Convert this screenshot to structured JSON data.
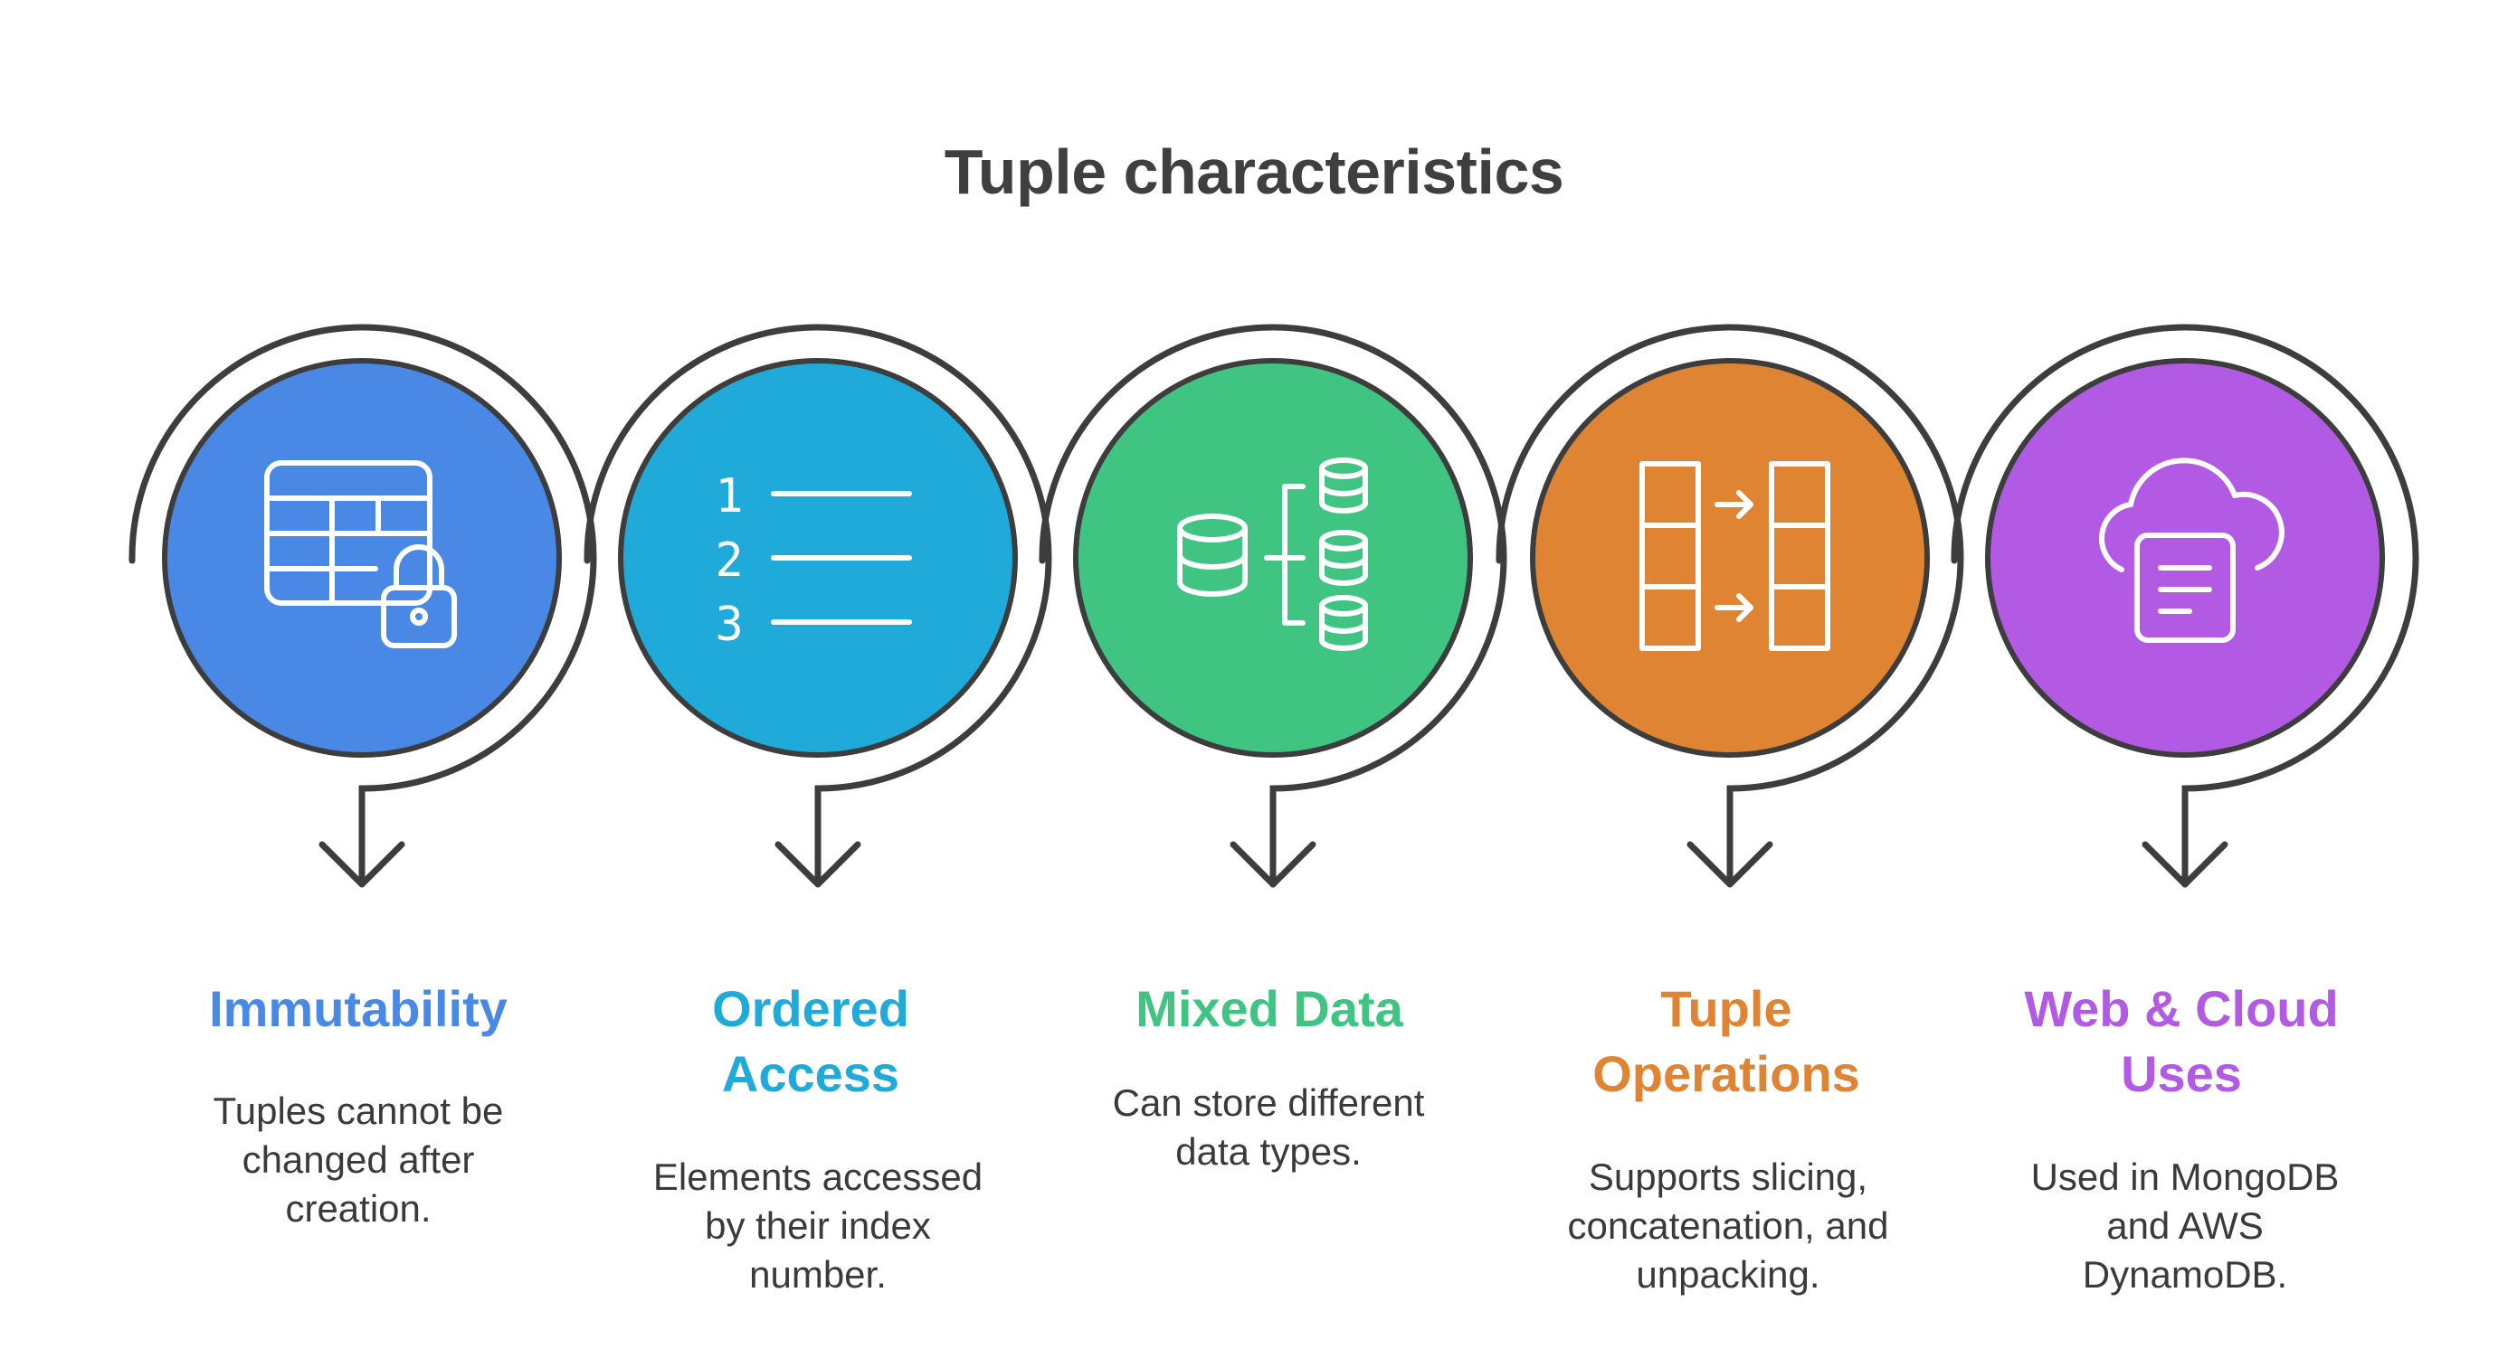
{
  "title": "Tuple characteristics",
  "colors": {
    "outline": "#3d3d3d",
    "icon_stroke": "#ffffff"
  },
  "steps": [
    {
      "label": "Immutability",
      "description": "Tuples cannot be changed after creation.",
      "icon": "table-lock-icon",
      "fill": "#4a88e6",
      "label_color": "#4a88e6"
    },
    {
      "label": "Ordered Access",
      "description": "Elements accessed by their index number.",
      "icon": "numbered-list-icon",
      "fill": "#1faad9",
      "label_color": "#1faad9",
      "numbers": [
        "1",
        "2",
        "3"
      ]
    },
    {
      "label": "Mixed Data",
      "description": "Can store different data types.",
      "icon": "database-branch-icon",
      "fill": "#3fc482",
      "label_color": "#3fc482"
    },
    {
      "label": "Tuple Operations",
      "description": "Supports slicing, concatenation, and unpacking.",
      "icon": "transfer-columns-icon",
      "fill": "#df8432",
      "label_color": "#df8432"
    },
    {
      "label": "Web & Cloud Uses",
      "description": "Used in MongoDB and AWS DynamoDB.",
      "icon": "cloud-document-icon",
      "fill": "#b25ae3",
      "label_color": "#b25ae3"
    }
  ]
}
